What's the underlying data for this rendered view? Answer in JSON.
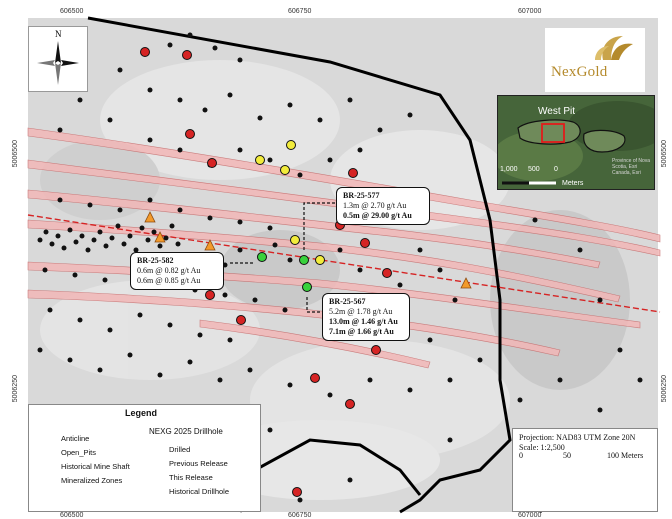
{
  "map": {
    "grid": {
      "x_labels_top": [
        "606500",
        "606750",
        "607000"
      ],
      "x_labels_bottom": [
        "606500",
        "606750",
        "607000"
      ],
      "y_labels_left": [
        "5006500",
        "5006250"
      ],
      "y_labels_right": [
        "5006500",
        "5006250"
      ]
    },
    "north_arrow": {
      "label": "N",
      "icon": "compass-rose-icon"
    },
    "logo": {
      "text": "NexGold",
      "color": "#b48a2c"
    },
    "inset": {
      "label": "West Pit",
      "scale_labels": [
        "1,000",
        "500",
        "0"
      ],
      "scale_unit": "Meters",
      "credit": "Province of Nova Scotia, Esri Canada, Esri"
    },
    "callouts": [
      {
        "id": "BR-25-577",
        "lines": [
          {
            "text": "1.3m @ 2.70 g/t Au",
            "bold": false
          },
          {
            "text": "0.5m @ 29.00 g/t Au",
            "bold": true
          }
        ]
      },
      {
        "id": "BR-25-582",
        "lines": [
          {
            "text": "0.6m @ 0.82 g/t Au",
            "bold": false
          },
          {
            "text": "0.6m @ 0.85 g/t Au",
            "bold": false
          }
        ]
      },
      {
        "id": "BR-25-567",
        "lines": [
          {
            "text": "5.2m @ 1.78 g/t Au",
            "bold": false
          },
          {
            "text": "13.0m @ 1.46 g/t Au",
            "bold": true
          },
          {
            "text": "7.1m @ 1.66 g/t Au",
            "bold": true
          }
        ]
      }
    ],
    "legend": {
      "title": "Legend",
      "items": [
        "Anticline",
        "Open_Pits",
        "Historical Mine Shaft",
        "Mineralized Zones"
      ],
      "drillhole_title": "NEXG 2025 Drillhole",
      "drillhole_items": [
        "Drilled",
        "Previous Release",
        "This Release",
        "Historical Drillhole"
      ],
      "colors": {
        "drilled": "#f2ec3c",
        "previous": "#d62424",
        "this_release": "#38d13c",
        "historical": "#111111",
        "shaft": "#f39a2b",
        "zone": "#f2b7b7",
        "anticline": "#d62424"
      }
    },
    "projection": {
      "line1": "Projection: NAD83 UTM Zone 20N",
      "line2": "Scale: 1:2,500",
      "scale_labels": [
        "0",
        "50",
        "100 Meters"
      ]
    }
  }
}
